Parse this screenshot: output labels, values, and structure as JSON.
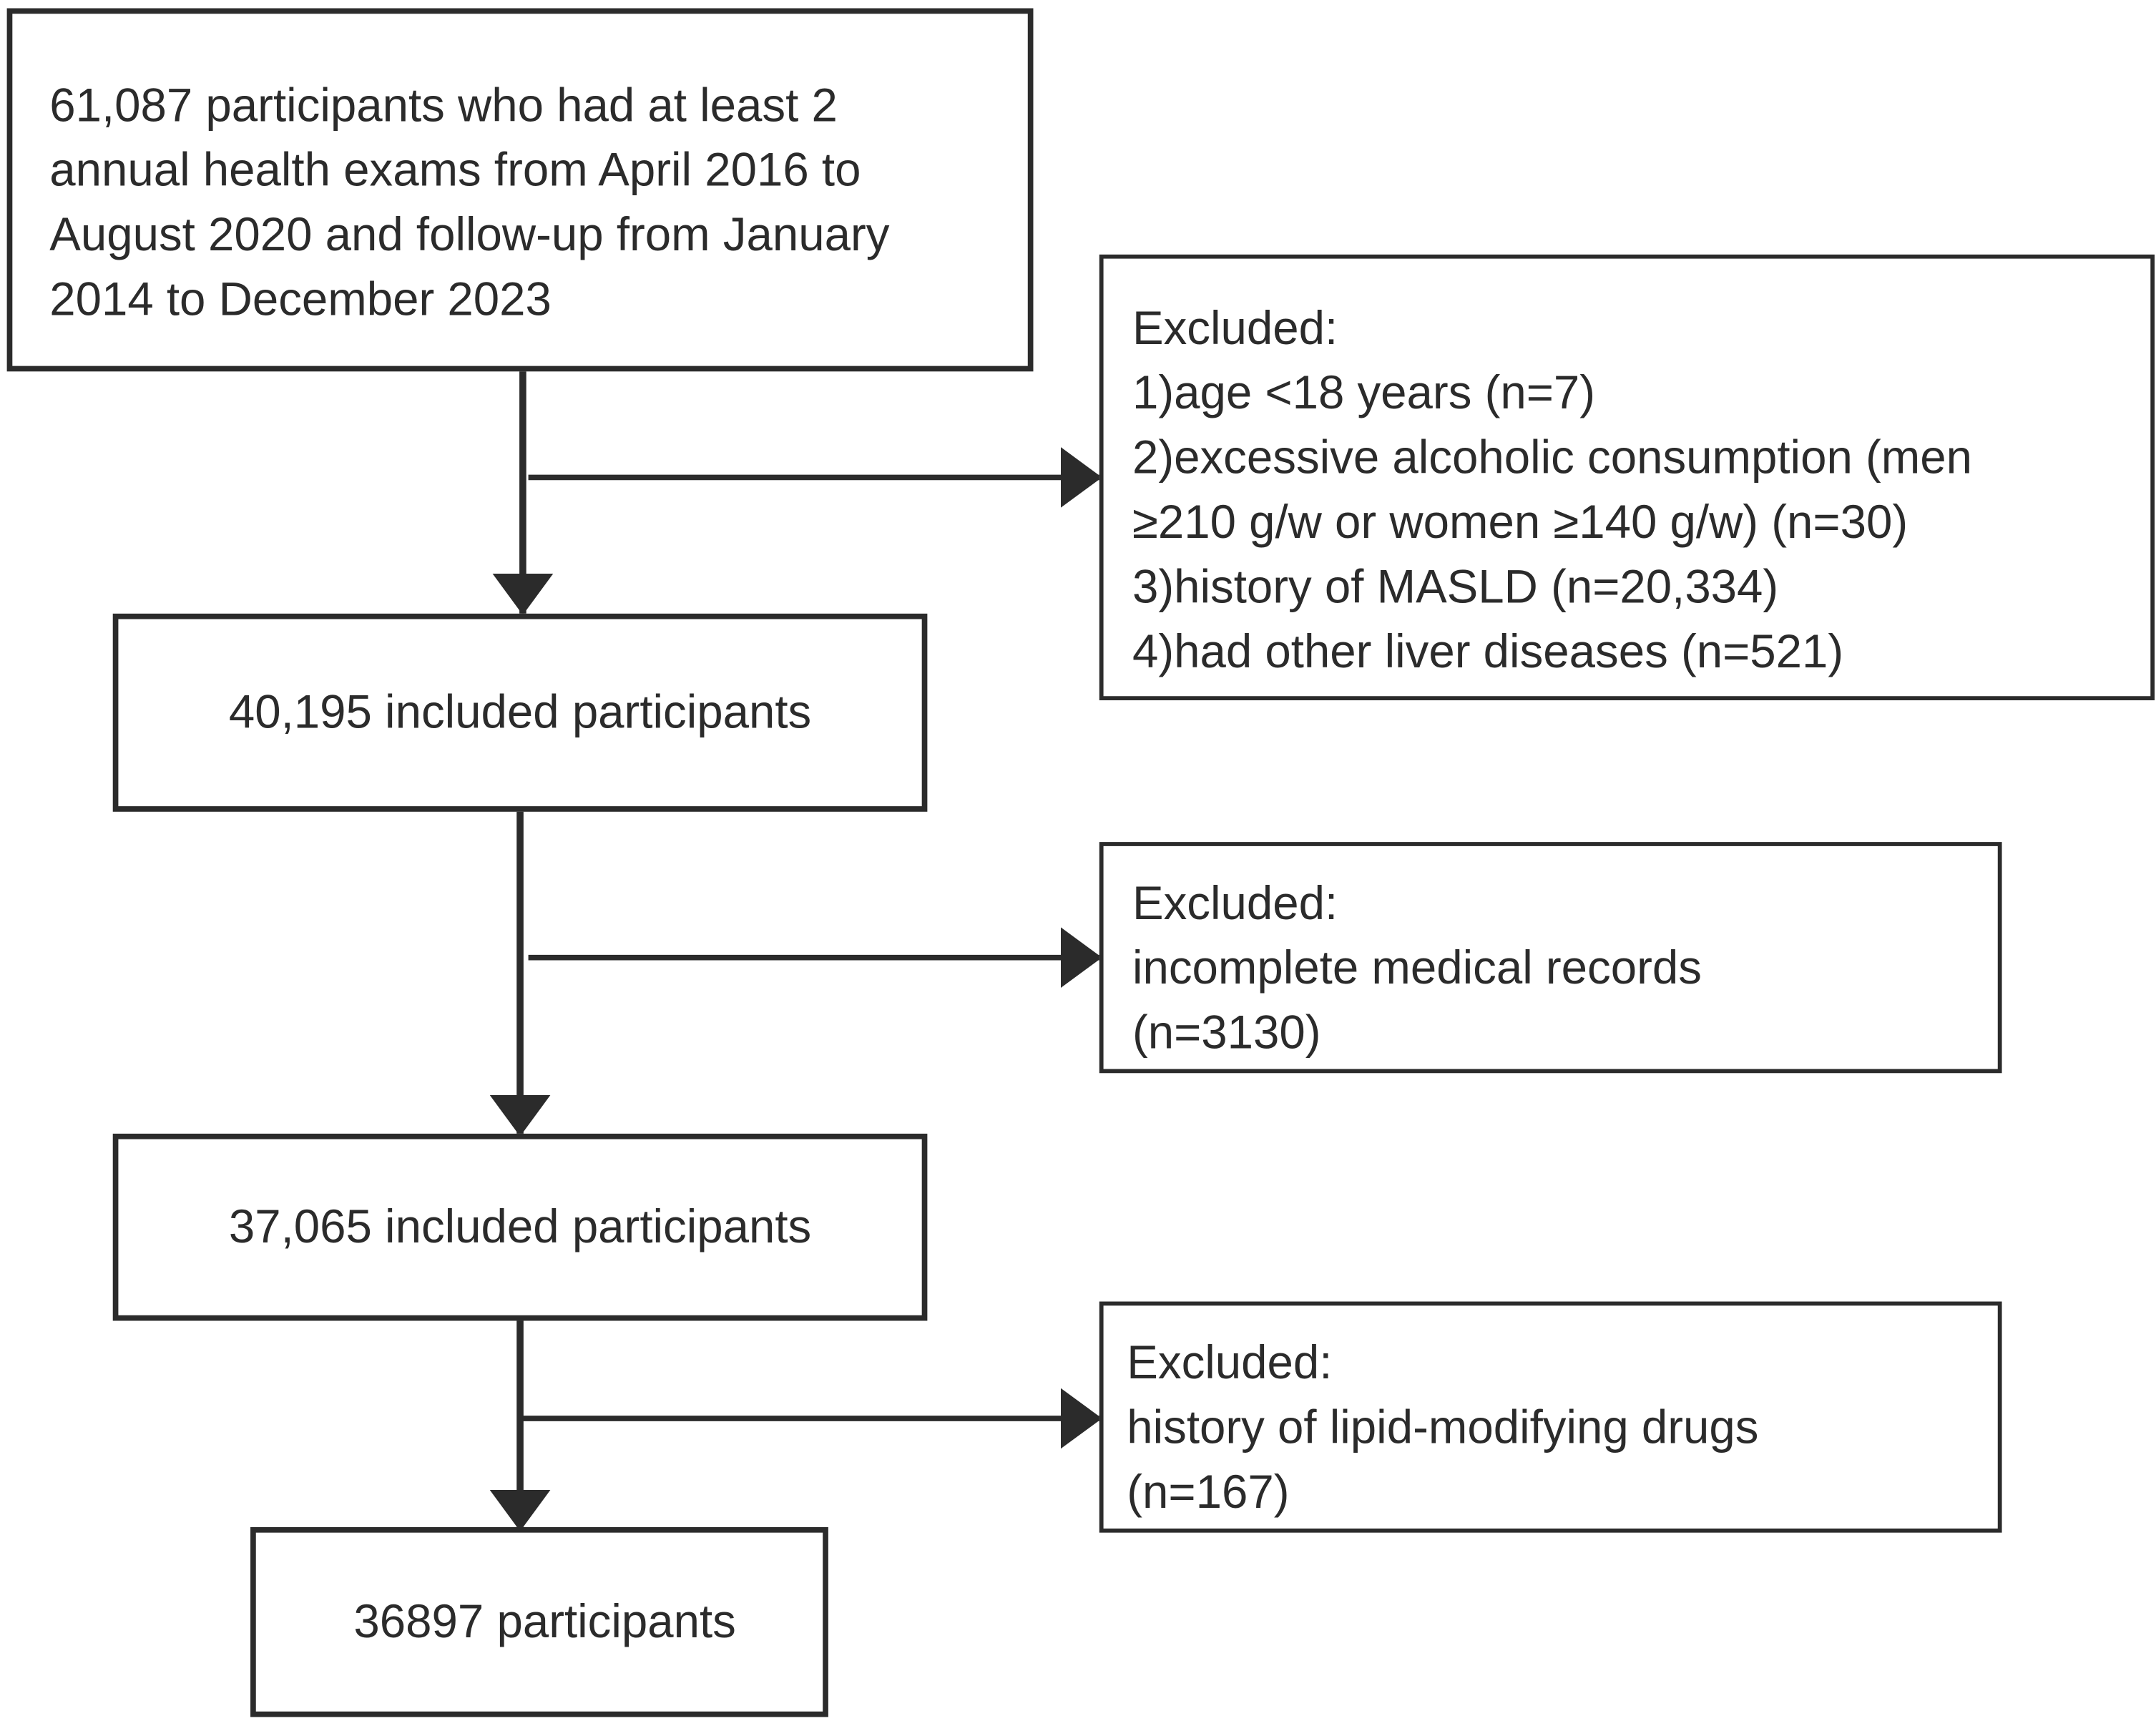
{
  "flowchart": {
    "start": {
      "lines": [
        "61,087 participants who had at least 2",
        "annual health exams from April 2016 to",
        "August 2020 and follow-up from January",
        "2014 to December 2023"
      ]
    },
    "step1": {
      "text": "40,195 included participants"
    },
    "step2": {
      "text": "37,065 included participants"
    },
    "final": {
      "text": "36897 participants"
    },
    "exclusion1": {
      "heading": "Excluded:",
      "lines": [
        "1)age <18 years (n=7)",
        "2)excessive alcoholic consumption (men",
        "≥210 g/w or women ≥140 g/w) (n=30)",
        "3)history of MASLD (n=20,334)",
        "4)had other liver diseases (n=521)"
      ]
    },
    "exclusion2": {
      "heading": "Excluded:",
      "lines": [
        "incomplete medical records",
        "(n=3130)"
      ]
    },
    "exclusion3": {
      "heading": "Excluded:",
      "lines": [
        "history of lipid-modifying drugs",
        "(n=167)"
      ]
    }
  },
  "colors": {
    "stroke": "#2b2b2b",
    "background": "#ffffff"
  }
}
